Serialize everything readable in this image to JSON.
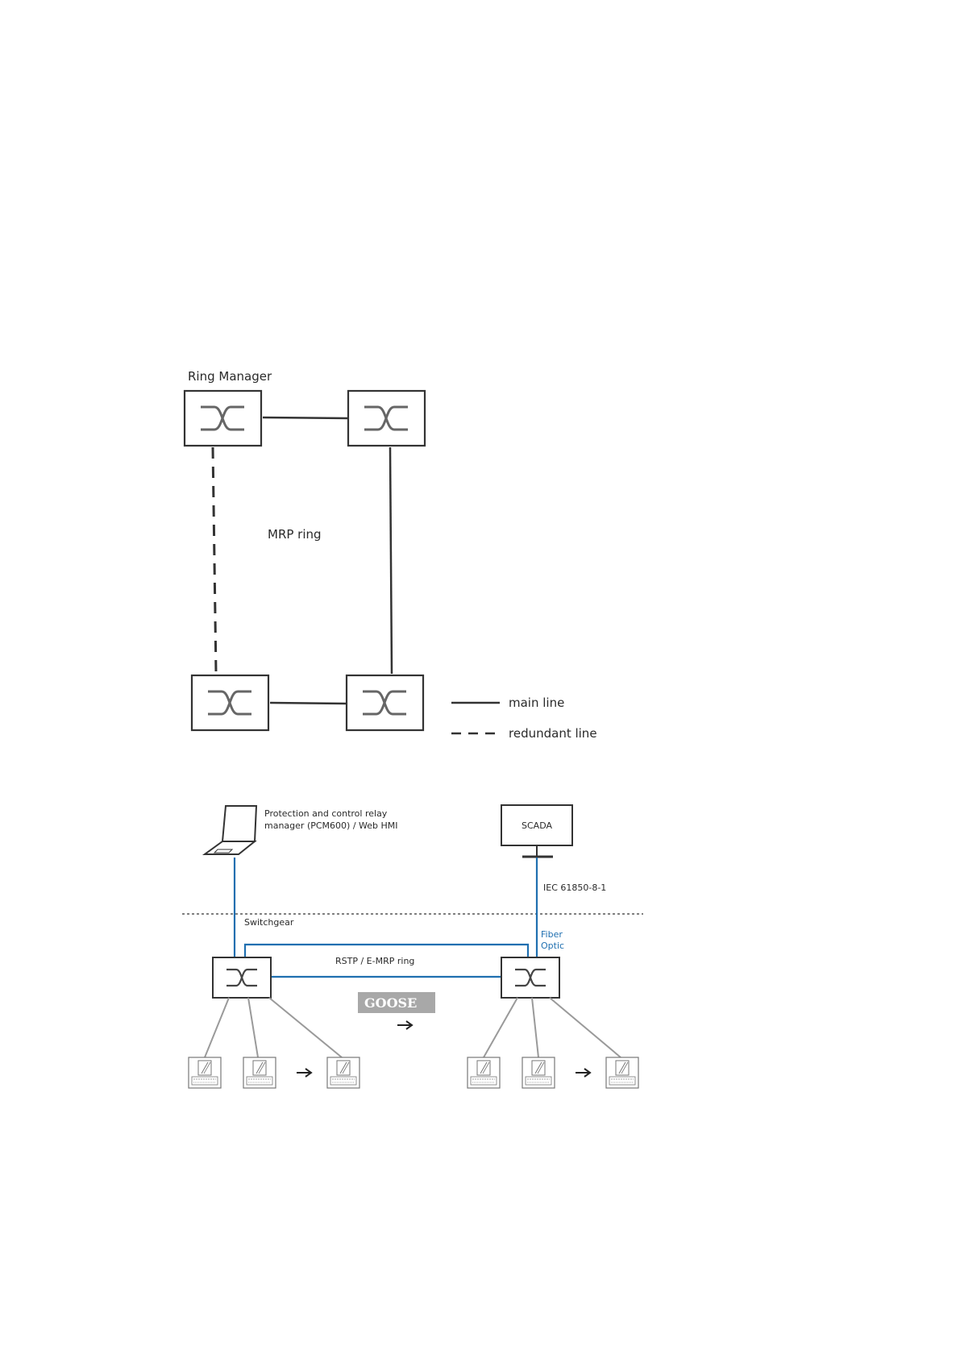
{
  "ring_diagram": {
    "ring_manager_label": "Ring Manager",
    "ring_label": "MRP ring",
    "legend": {
      "main": "main line",
      "redundant": "redundant line"
    }
  },
  "network_diagram": {
    "pcm_label_line1": "Protection and control relay",
    "pcm_label_line2": "manager (PCM600) / Web HMI",
    "scada_label": "SCADA",
    "protocol_label": "IEC 61850-8-1",
    "switchgear_label": "Switchgear",
    "fiber_line1": "Fiber",
    "fiber_line2": "Optic",
    "ring_label": "RSTP / E-MRP ring",
    "goose_label": "GOOSE"
  },
  "colors": {
    "line": "#333333",
    "blue": "#1f6fb0",
    "gray": "#9a9a9a",
    "goose_bg": "#a8a8a8"
  }
}
